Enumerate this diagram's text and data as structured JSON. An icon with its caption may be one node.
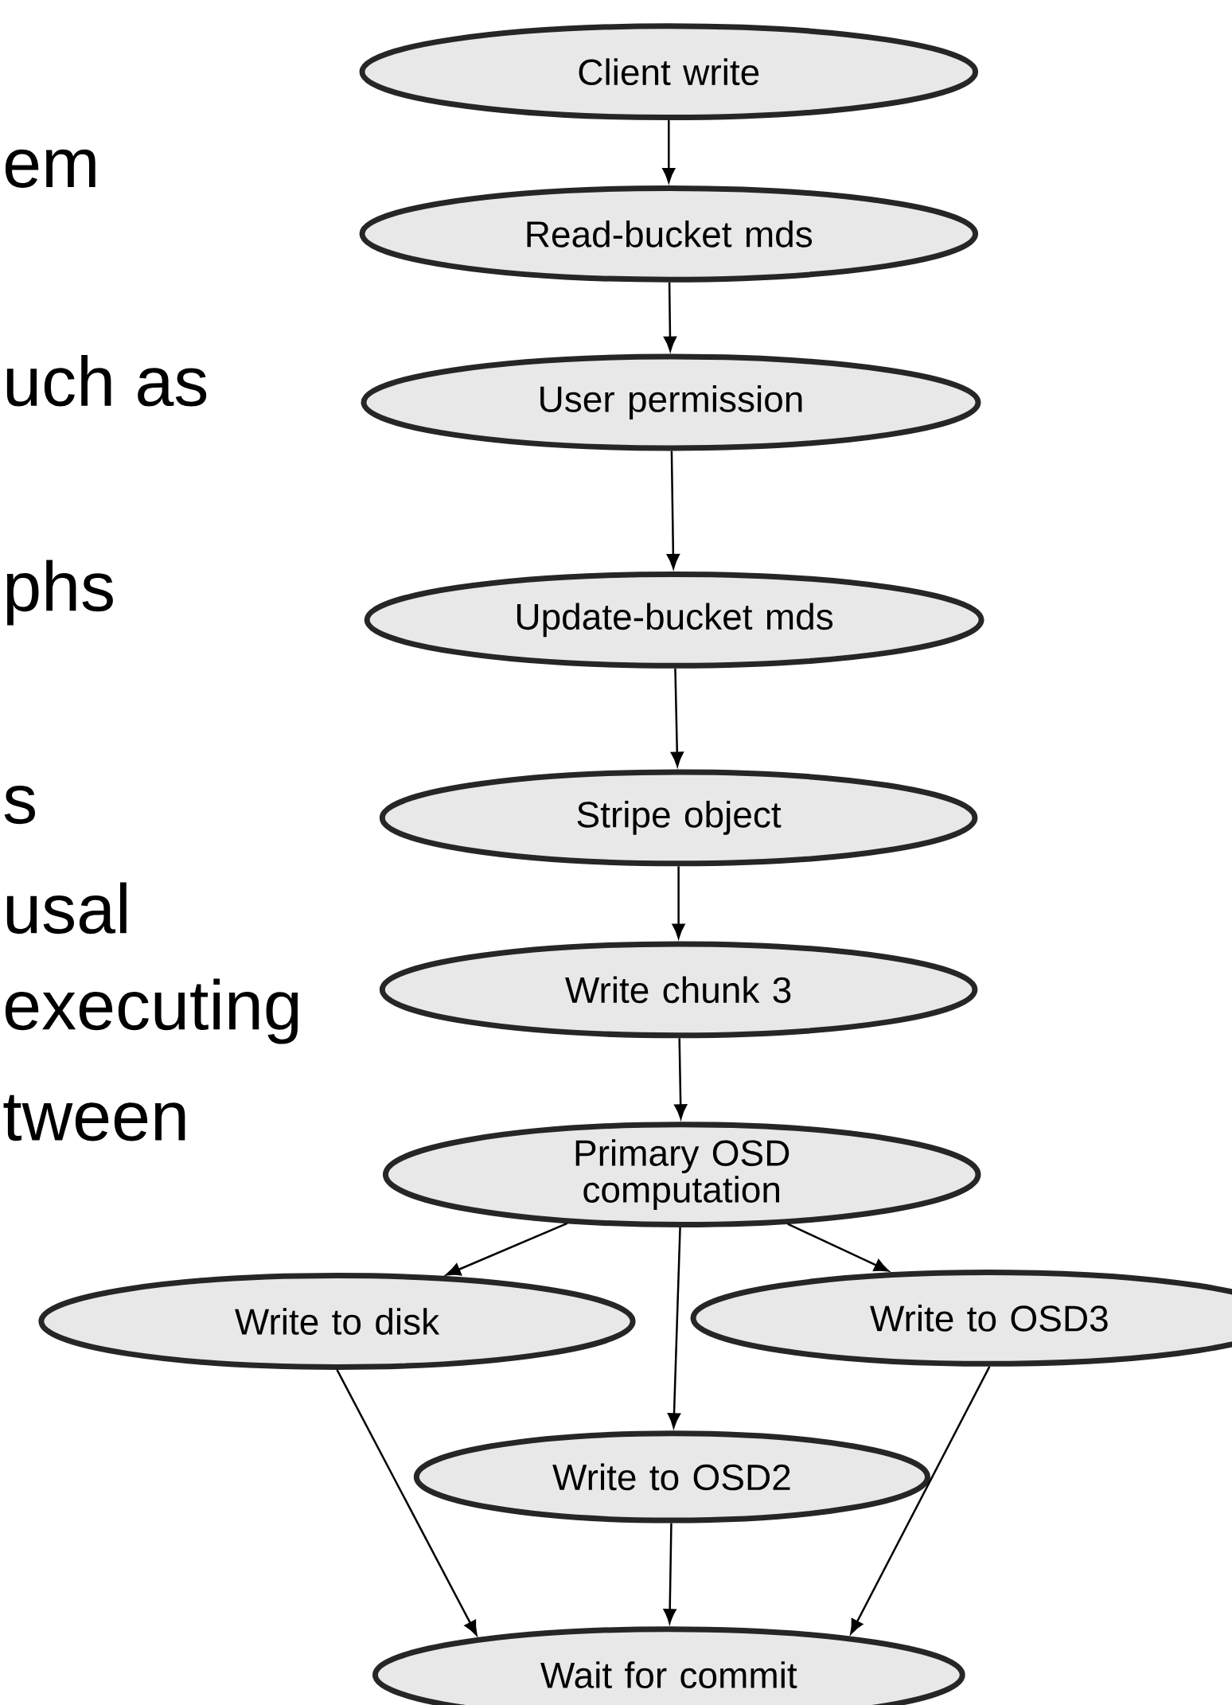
{
  "diagram": {
    "nodes": [
      {
        "text": [
          "Client write"
        ]
      },
      {
        "text": [
          "Read-bucket mds"
        ]
      },
      {
        "text": [
          "User permission"
        ]
      },
      {
        "text": [
          "Update-bucket mds"
        ]
      },
      {
        "text": [
          "Stripe object"
        ]
      },
      {
        "text": [
          "Write chunk 3"
        ]
      },
      {
        "text": [
          "Primary OSD computation"
        ]
      },
      {
        "text": [
          "Write to disk"
        ]
      },
      {
        "text": [
          "Write to OSD3"
        ]
      },
      {
        "text": [
          "Write to OSD2"
        ]
      },
      {
        "text": [
          "Wait for commit"
        ]
      }
    ],
    "edges": [
      {
        "from": 0,
        "to": 1,
        "arrow": "to"
      },
      {
        "from": 1,
        "to": 2,
        "arrow": "to"
      },
      {
        "from": 2,
        "to": 3,
        "arrow": "to"
      },
      {
        "from": 3,
        "to": 4,
        "arrow": "to"
      },
      {
        "from": 4,
        "to": 5,
        "arrow": "to"
      },
      {
        "from": 5,
        "to": 6,
        "arrow": "to"
      },
      {
        "from": 6,
        "to": 7,
        "arrow": "to"
      },
      {
        "from": 6,
        "to": 8,
        "arrow": "to"
      },
      {
        "from": 6,
        "to": 9,
        "arrow": "to"
      },
      {
        "from": 7,
        "to": 10,
        "arrow": "to"
      },
      {
        "from": 9,
        "to": 10,
        "arrow": "to"
      },
      {
        "from": 8,
        "to": 10,
        "arrow": "to"
      }
    ],
    "labels": [
      "em",
      "uch as",
      "phs",
      "s",
      "usal",
      "executing",
      "tween"
    ]
  }
}
